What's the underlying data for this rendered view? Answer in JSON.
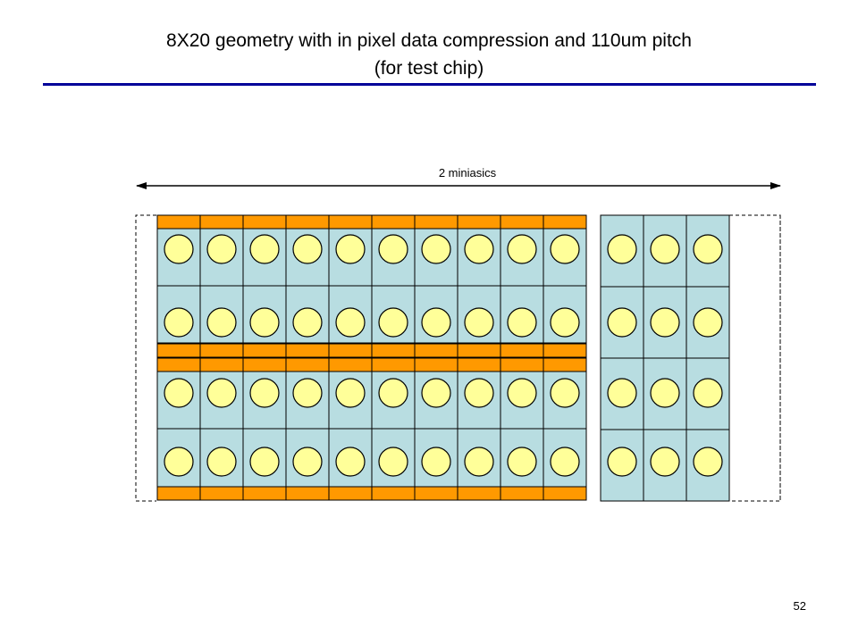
{
  "title": {
    "line1": "8X20 geometry with in pixel data compression and 110um pitch",
    "line2": "(for test chip)"
  },
  "diagram": {
    "span_label": "2 miniasics",
    "left_block": {
      "columns": 10,
      "pixel_rows": 4
    },
    "right_block": {
      "columns": 3,
      "pixel_rows": 4
    },
    "colors": {
      "pixel_fill": "#b8dde1",
      "periphery_fill": "#ff9900",
      "bump_fill": "#ffff99",
      "outline": "#000000"
    }
  },
  "page_number": "52"
}
